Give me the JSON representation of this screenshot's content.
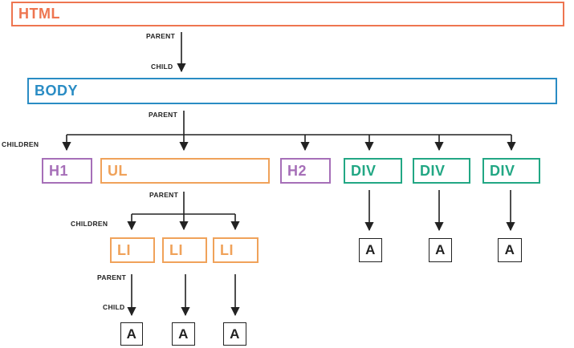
{
  "colors": {
    "html": "#ee7550",
    "body": "#2a8cc4",
    "heading": "#a66fb8",
    "list": "#f0a25a",
    "div": "#22a784",
    "anchor": "#222222",
    "arrow": "#222222"
  },
  "nodes": {
    "html": "HTML",
    "body": "BODY",
    "h1": "H1",
    "ul": "UL",
    "h2": "H2",
    "div1": "DIV",
    "div2": "DIV",
    "div3": "DIV",
    "li1": "LI",
    "li2": "LI",
    "li3": "LI",
    "a_div1": "A",
    "a_div2": "A",
    "a_div3": "A",
    "a_li1": "A",
    "a_li2": "A",
    "a_li3": "A"
  },
  "labels": {
    "parent_html": "PARENT",
    "child_body": "CHILD",
    "parent_body": "PARENT",
    "children_body": "CHILDREN",
    "parent_ul": "PARENT",
    "children_ul": "CHILDREN",
    "parent_li": "PARENT",
    "child_a": "CHILD"
  }
}
